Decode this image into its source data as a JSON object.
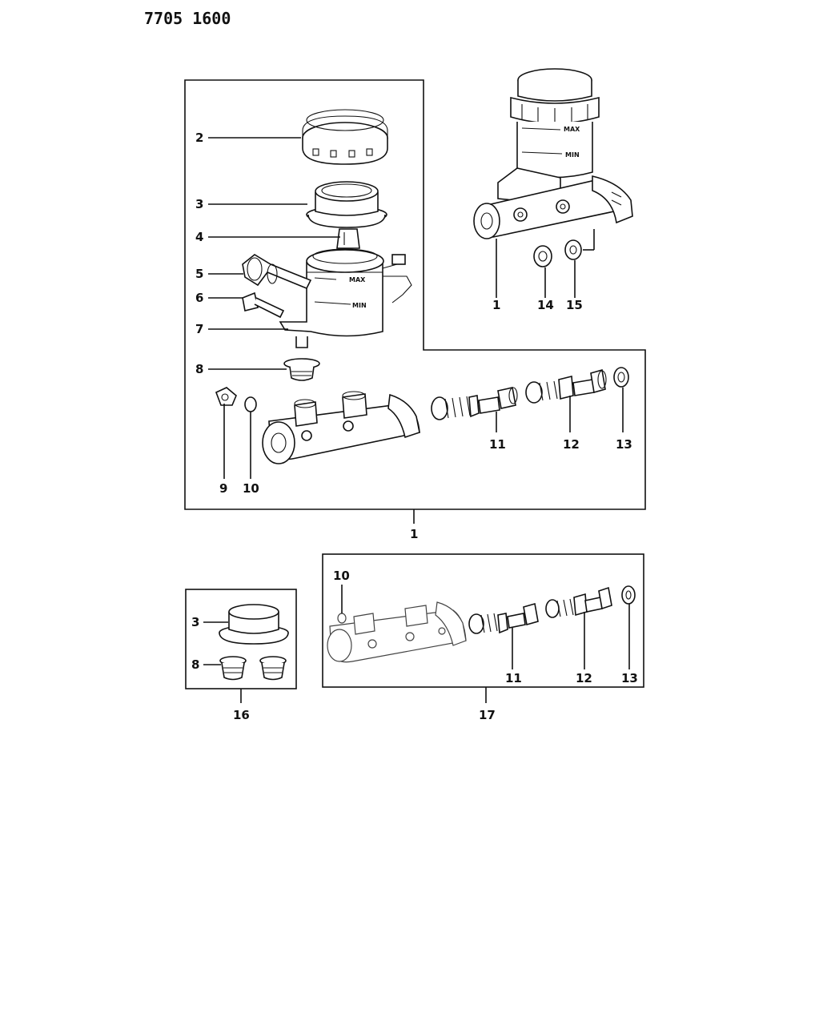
{
  "header": {
    "code": "7705 1600"
  },
  "reservoir_marks": {
    "max": "MAX",
    "min": "MIN"
  },
  "callouts": {
    "c2": "2",
    "c3": "3",
    "c4": "4",
    "c5": "5",
    "c6": "6",
    "c7": "7",
    "c8": "8",
    "c9": "9",
    "c10": "10",
    "c11": "11",
    "c12": "12",
    "c13": "13",
    "c1_assembly": "1",
    "c14": "14",
    "c15": "15",
    "c1_main": "1",
    "k16_c3": "3",
    "k16_c8": "8",
    "k16_label": "16",
    "k17_c10": "10",
    "k17_c11": "11",
    "k17_c12": "12",
    "k17_c13": "13",
    "k17_label": "17"
  }
}
